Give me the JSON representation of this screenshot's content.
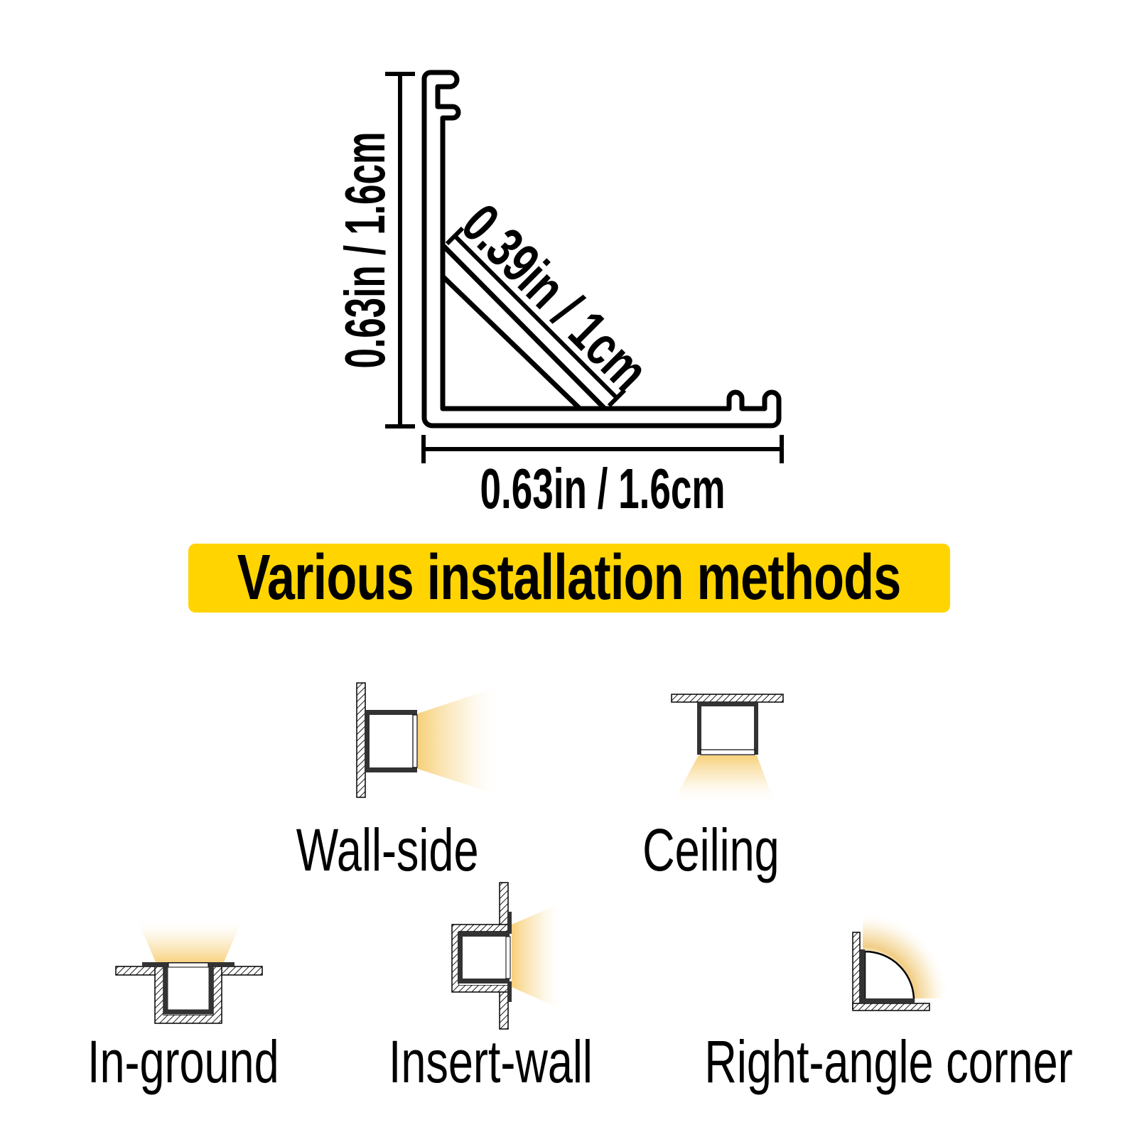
{
  "profile_diagram": {
    "dim_left": "0.63in / 1.6cm",
    "dim_bottom": "0.63in / 1.6cm",
    "dim_diagonal": "0.39in / 1cm"
  },
  "banner": {
    "label": "Various installation methods"
  },
  "installation_methods": [
    {
      "label": "Wall-side",
      "icon": "wall-side-mount-icon"
    },
    {
      "label": "Ceiling",
      "icon": "ceiling-mount-icon"
    },
    {
      "label": "In-ground",
      "icon": "in-ground-mount-icon"
    },
    {
      "label": "Insert-wall",
      "icon": "insert-wall-mount-icon"
    },
    {
      "label": "Right-angle corner",
      "icon": "right-angle-corner-mount-icon"
    }
  ],
  "colors": {
    "banner_yellow": "#FFD400",
    "outline_black": "#000000",
    "channel_frame_dark": "#333333",
    "glow_warm": "#F7CD72",
    "text_black": "#000000"
  }
}
